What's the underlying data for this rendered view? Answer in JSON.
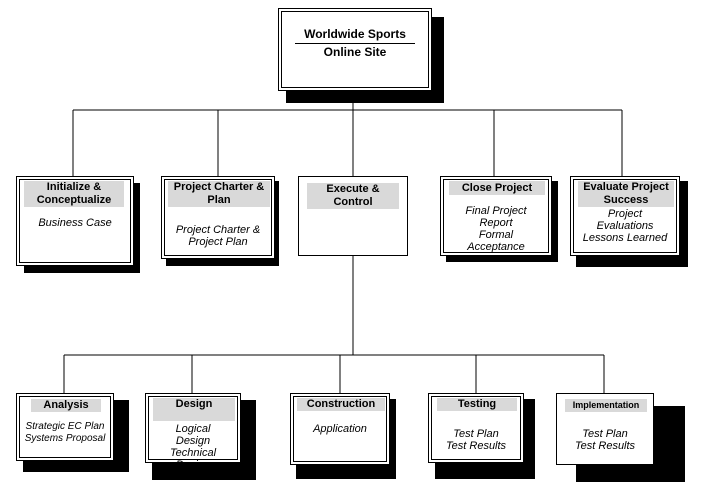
{
  "root": {
    "line1": "Worldwide Sports",
    "line2": "Online Site"
  },
  "level1": [
    {
      "title": "Initialize & Conceptualize",
      "body": "Business Case"
    },
    {
      "title": "Project Charter & Plan",
      "body": "Project Charter & Project Plan"
    },
    {
      "title": "Execute & Control",
      "body": ""
    },
    {
      "title": "Close Project",
      "body": "Final Project Report Formal Acceptance"
    },
    {
      "title": "Evaluate Project Success",
      "body": "Project Evaluations Lessons Learned"
    }
  ],
  "level2": [
    {
      "title": "Analysis",
      "body": "Strategic EC Plan Systems Proposal"
    },
    {
      "title": "Design",
      "body": "Logical Design Technical Design"
    },
    {
      "title": "Construction",
      "body": "Application"
    },
    {
      "title": "Testing",
      "body": "Test Plan Test Results"
    },
    {
      "title": "Implementation",
      "body": "Test Plan Test Results"
    }
  ]
}
